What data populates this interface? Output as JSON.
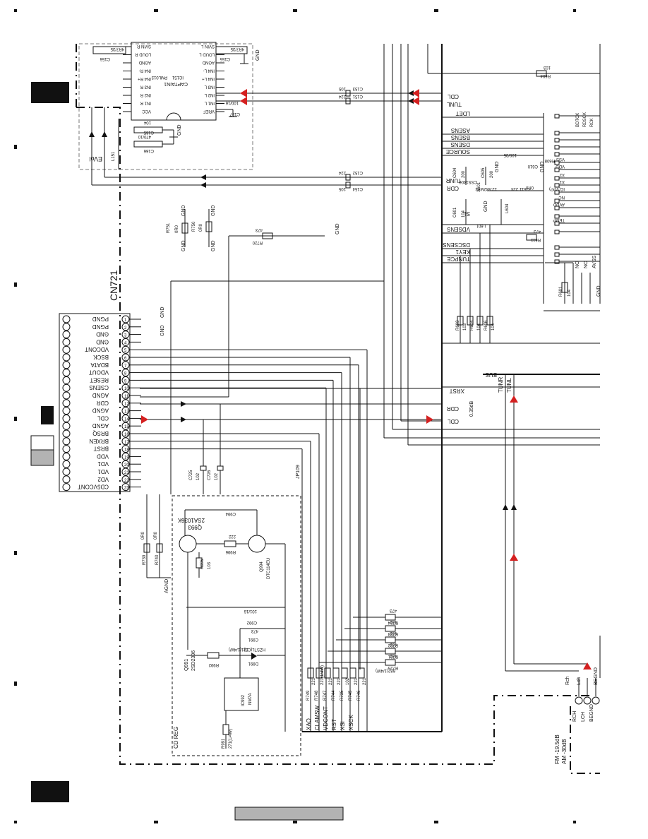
{
  "connector": {
    "ref": "CN721",
    "pins": [
      {
        "num": "1",
        "name": "PGND"
      },
      {
        "num": "2",
        "name": "PGND"
      },
      {
        "num": "3",
        "name": "GND"
      },
      {
        "num": "4",
        "name": "GND"
      },
      {
        "num": "5",
        "name": "VDCONT"
      },
      {
        "num": "6",
        "name": "BSCK"
      },
      {
        "num": "7",
        "name": "BDATA"
      },
      {
        "num": "8",
        "name": "VDOUT"
      },
      {
        "num": "9",
        "name": "RESET"
      },
      {
        "num": "10",
        "name": "CSENS"
      },
      {
        "num": "11",
        "name": "AGND"
      },
      {
        "num": "12",
        "name": "CDR"
      },
      {
        "num": "13",
        "name": "AGND"
      },
      {
        "num": "14",
        "name": "CDL"
      },
      {
        "num": "15",
        "name": "AGND"
      },
      {
        "num": "16",
        "name": "BRSQ"
      },
      {
        "num": "17",
        "name": "BRXEN"
      },
      {
        "num": "18",
        "name": "BRST"
      },
      {
        "num": "19",
        "name": "VDD"
      },
      {
        "num": "20",
        "name": "VD1"
      },
      {
        "num": "21",
        "name": "VD1"
      },
      {
        "num": "22",
        "name": "VD2"
      },
      {
        "num": "23",
        "name": "CD5VCONT"
      }
    ],
    "gnd_labels": [
      "GND",
      "GND"
    ]
  },
  "ic_top": {
    "block_label": "EVol",
    "ref": "IC151",
    "part": "PML013",
    "name": "CAPTAIN1",
    "left_pins": [
      "SVIN R",
      "LOUD R",
      "AGND",
      "IN4 R-",
      "IN4 R+",
      "IN3 R",
      "IN2 R",
      "IN1 R",
      "VCC"
    ],
    "right_pins": [
      "SVIN L",
      "LOUD L",
      "AGND",
      "IN4 L-",
      "IN4 L+",
      "IN3 L",
      "IN2 L",
      "IN1 L",
      "VREF"
    ],
    "parts": [
      "C156",
      "C155",
      "C157",
      "C165",
      "C166",
      "L151",
      "R751",
      "R750",
      "R720"
    ],
    "values": [
      "4R7/35",
      "100/16",
      "104",
      "470/10",
      "0R0",
      "0R0",
      "473"
    ]
  },
  "signals_top": {
    "cdl": "CDL",
    "tunl": "TUNL",
    "tunr": "TUNR",
    "cdr": "CDR",
    "caps": [
      "C153",
      "C151",
      "C152",
      "C154"
    ],
    "cap_values": [
      "105",
      "224",
      "224",
      "105"
    ]
  },
  "right_ic": {
    "pins": [
      "LDET",
      "ASENS",
      "BSENS",
      "DSENS",
      "SOURCE",
      "VSS",
      "VDD",
      "X2",
      "X1",
      "IC(VPP)",
      "NC",
      "AVDD",
      "SL",
      "TEMP",
      "VDSENS",
      "DSCSENS",
      "KEY1",
      "TUNPCE",
      "BDTCK",
      "RDSCK",
      "RCK"
    ],
    "parts": [
      "R604",
      "C604",
      "C605",
      "C610",
      "C611",
      "CSS1402",
      "X601",
      "C601",
      "L601",
      "L604",
      "R611",
      "R608",
      "R601",
      "R603",
      "R614",
      "R606"
    ],
    "values": [
      "103",
      "200",
      "200",
      "100/35",
      "224",
      "12.582MHz",
      "104",
      "104",
      "473",
      "103",
      "104",
      "104",
      "0R0"
    ],
    "gnd_labels": [
      "GND",
      "GND",
      "GND",
      "GND",
      "NC",
      "NC",
      "AVSS"
    ]
  },
  "mid_signals": {
    "xrst": "XRST",
    "cdr": "CDR",
    "cdl": "CDL",
    "cdl_value": "0.35dB",
    "bus": "BUS",
    "tunr": "TUNR",
    "tunl": "TUNL"
  },
  "cd_reg": {
    "label": "CD REG",
    "parts": [
      "Q993",
      "2SA1036K",
      "Q994",
      "DTC114EU",
      "R996",
      "R995",
      "Q991",
      "2SD2396",
      "R992",
      "D991",
      "HZS7L(C3)",
      "C991",
      "C992",
      "C993",
      "IC992",
      "NM7A",
      "R991",
      "C994"
    ],
    "values": [
      "222",
      "103",
      "121(1/4W)",
      "473",
      "101/16",
      "271(1/4W)",
      "02"
    ]
  },
  "bottom_signals": {
    "nets": [
      "XAO",
      "CLAMSW",
      "VDCONT",
      "RST",
      "XSI",
      "XSCK"
    ],
    "resistors": [
      "R749",
      "R748",
      "R747",
      "R744",
      "R735",
      "R745",
      "R746"
    ],
    "res_values": [
      "221",
      "221(1/4W)",
      "221",
      "221",
      "102",
      "221",
      "221"
    ],
    "pull_res": [
      "R724",
      "R723",
      "R722",
      "R721",
      "R725"
    ],
    "pull_values": [
      "473",
      "682",
      "682",
      "682",
      "682"
    ],
    "r725_note": "682(1/4W)",
    "r739": "R739",
    "r740": "R740",
    "r739_val": "0R0",
    "r740_val": "0R0",
    "agnd": "AGND",
    "c725": "C725",
    "c726": "C726",
    "c725_val": "102",
    "c726_val": "102",
    "jp": "JP109"
  },
  "bottom_right": {
    "pins": [
      "RCH",
      "LCH",
      "BEGND"
    ],
    "labels": [
      "Rch",
      "Lch",
      "BEGND"
    ],
    "note_fm": "FM -19.5dB",
    "note_am": "AM -30dB"
  },
  "colors": {
    "accent_red": "#d42020",
    "line": "#111111",
    "tab_dark": "#111111",
    "tab_gray": "#b3b3b3"
  }
}
